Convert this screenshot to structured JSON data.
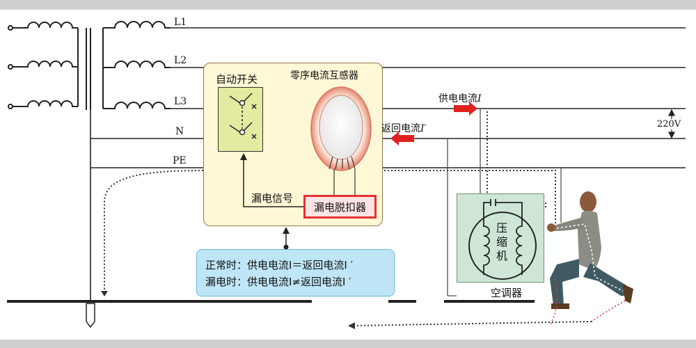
{
  "lines": {
    "l1": "L1",
    "l2": "L2",
    "l3": "L3",
    "n": "N",
    "pe": "PE"
  },
  "device": {
    "auto_switch": "自动开关",
    "ct": "零序电流互感器",
    "leak_signal": "漏电信号",
    "trip": "漏电脱扣器"
  },
  "currents": {
    "supply_prefix": "供电电流",
    "supply_var": "I",
    "return_prefix": "返回电流",
    "return_var": "I′"
  },
  "voltage": "220V",
  "info": {
    "normal": "正常时：供电电流I＝返回电流I ′",
    "leak": "漏电时：供电电流I≠返回电流I ′"
  },
  "ac": {
    "compressor": [
      "压",
      "缩",
      "机"
    ],
    "label": "空调器"
  },
  "colors": {
    "arrow": "#e12020",
    "panel": "#fff8d6",
    "switch": "#e4eaa0",
    "info": "#bfe6f7",
    "ac": "#cfe6d6"
  }
}
